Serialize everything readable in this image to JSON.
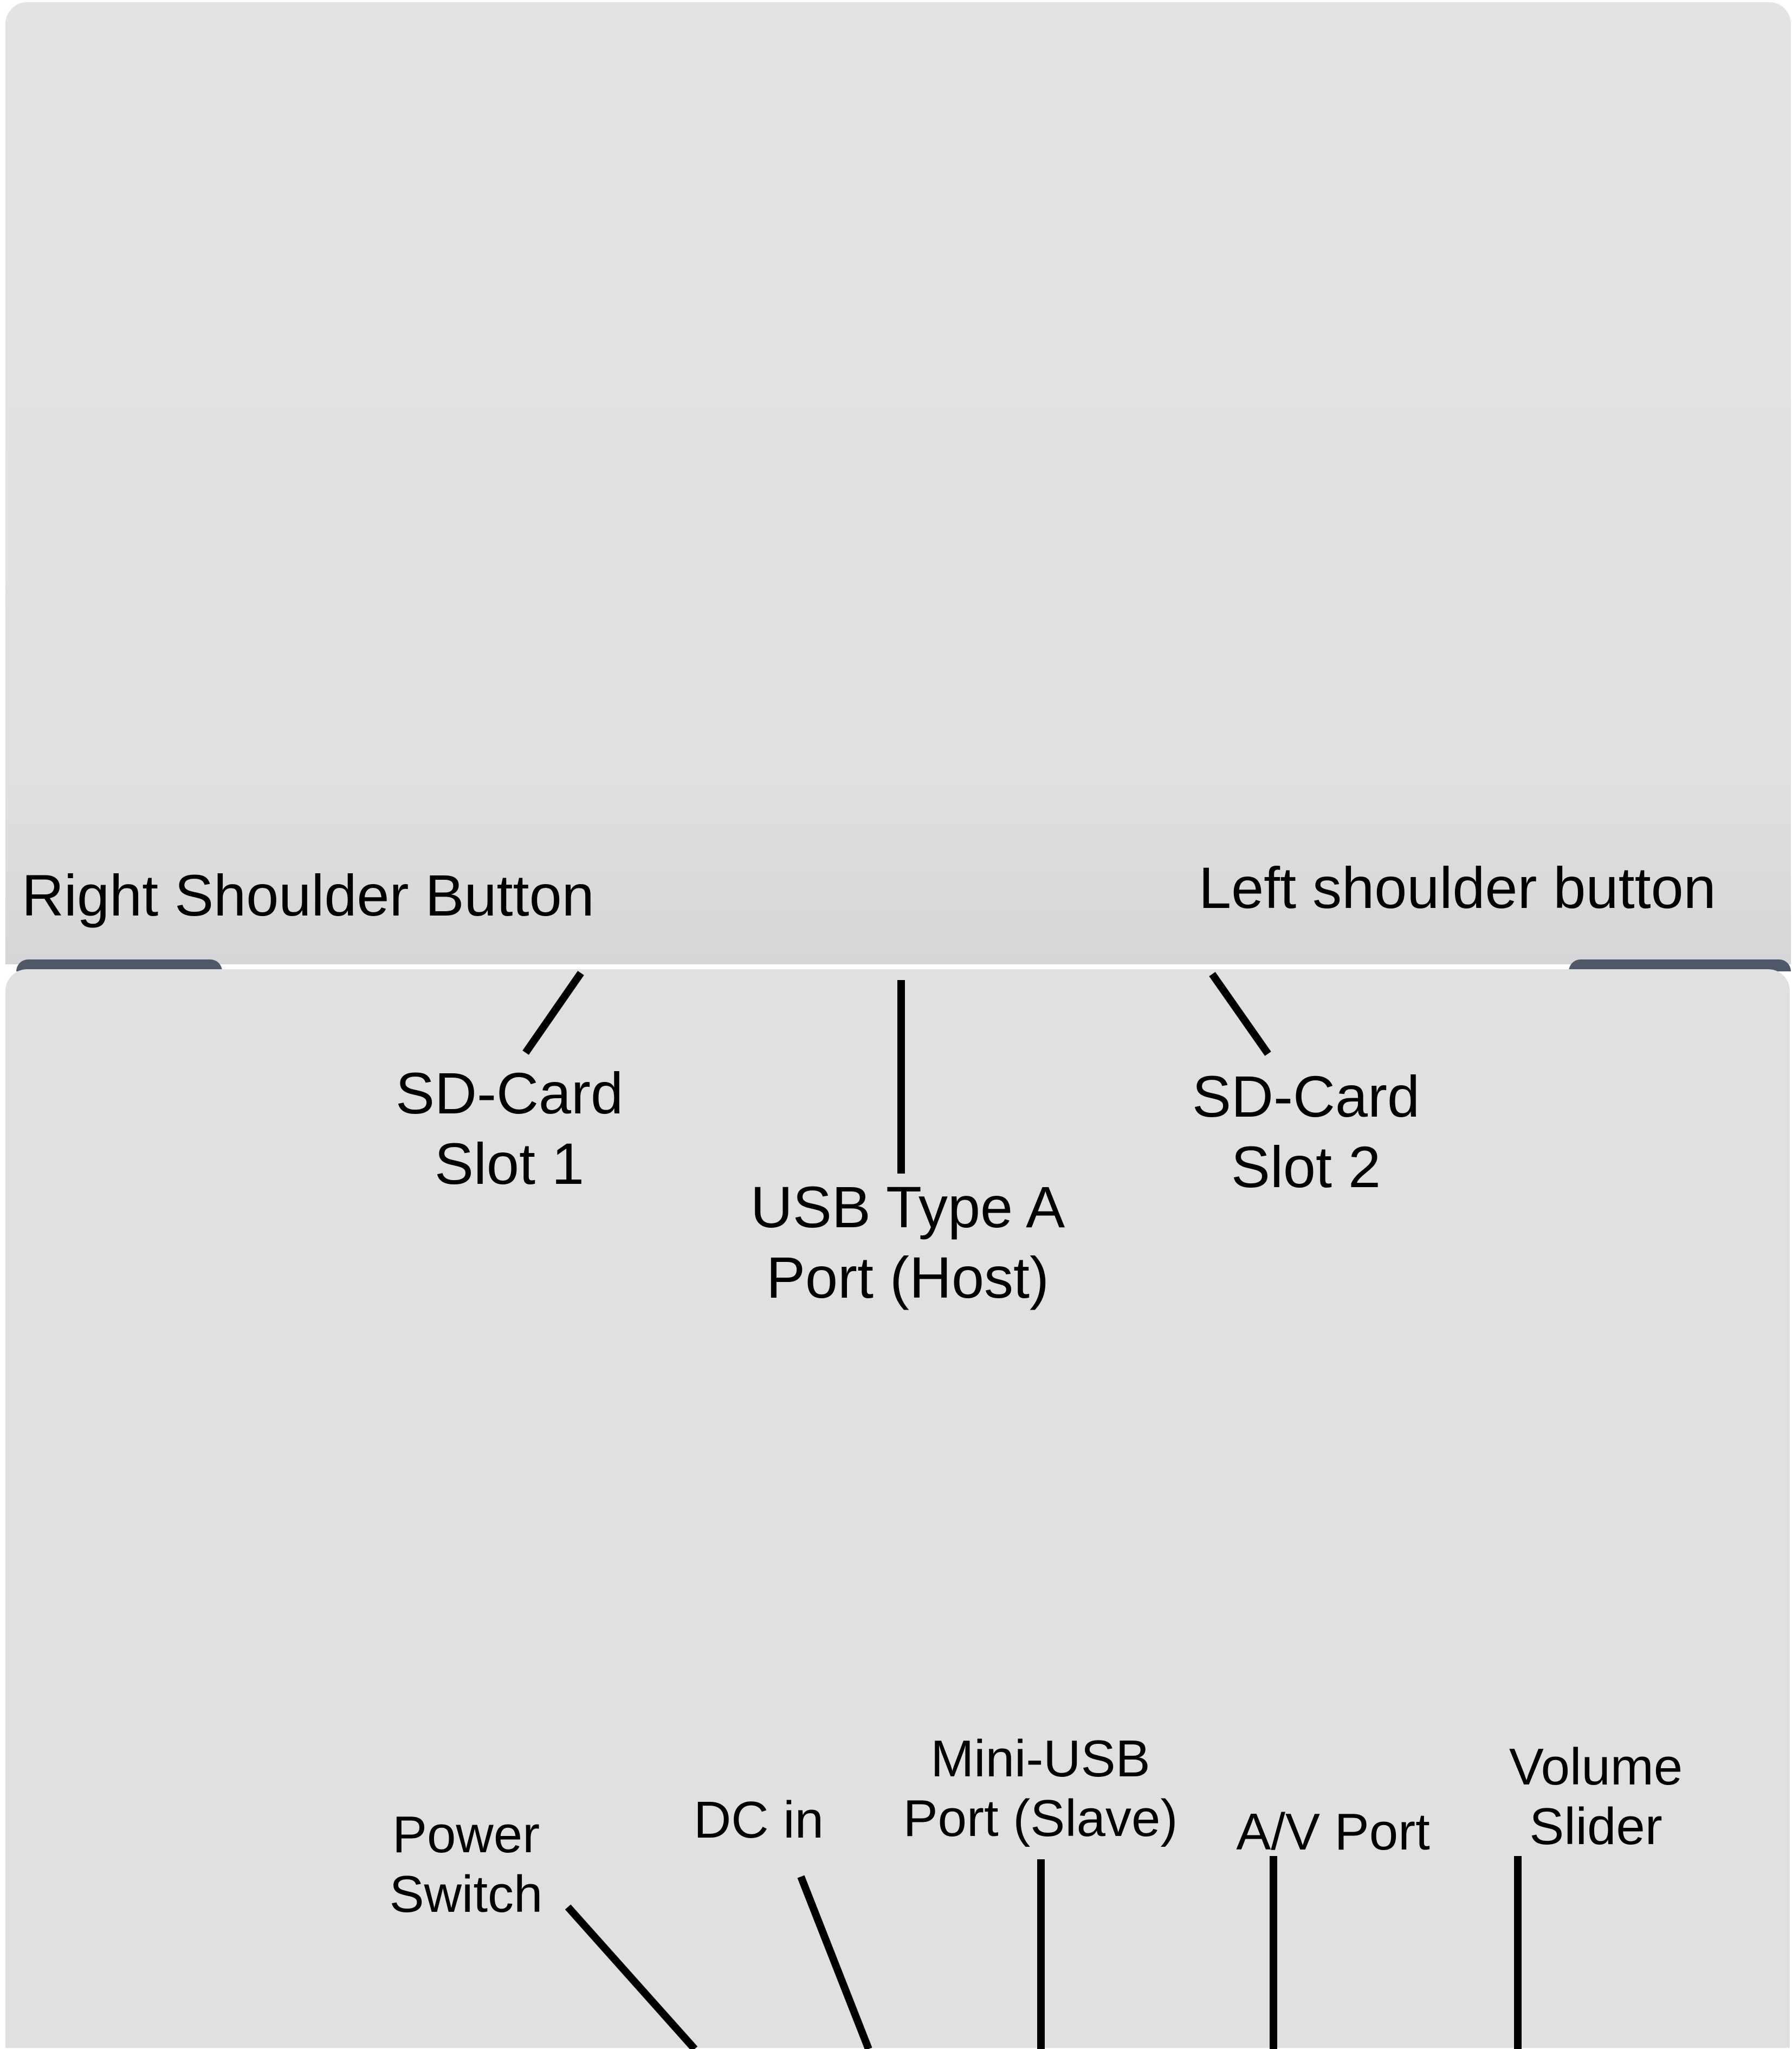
{
  "labels": {
    "right_shoulder_button": "Right Shoulder Button",
    "left_shoulder_button": "Left shoulder button",
    "sd_card_slot_1": [
      "SD-Card",
      "Slot 1"
    ],
    "sd_card_slot_2": [
      "SD-Card",
      "Slot 2"
    ],
    "usb_type_a_port": [
      "USB Type A",
      "Port (Host)"
    ],
    "power_switch": [
      "Power",
      "Switch"
    ],
    "dc_in": "DC in",
    "mini_usb_port": [
      "Mini-USB",
      "Port (Slave)"
    ],
    "av_port": "A/V Port",
    "volume_slider": [
      "Volume",
      "Slider"
    ]
  },
  "colors": {
    "panel": "#e0e0e2",
    "shoulder": "#4f5868",
    "text": "#000000",
    "line": "#000000"
  }
}
